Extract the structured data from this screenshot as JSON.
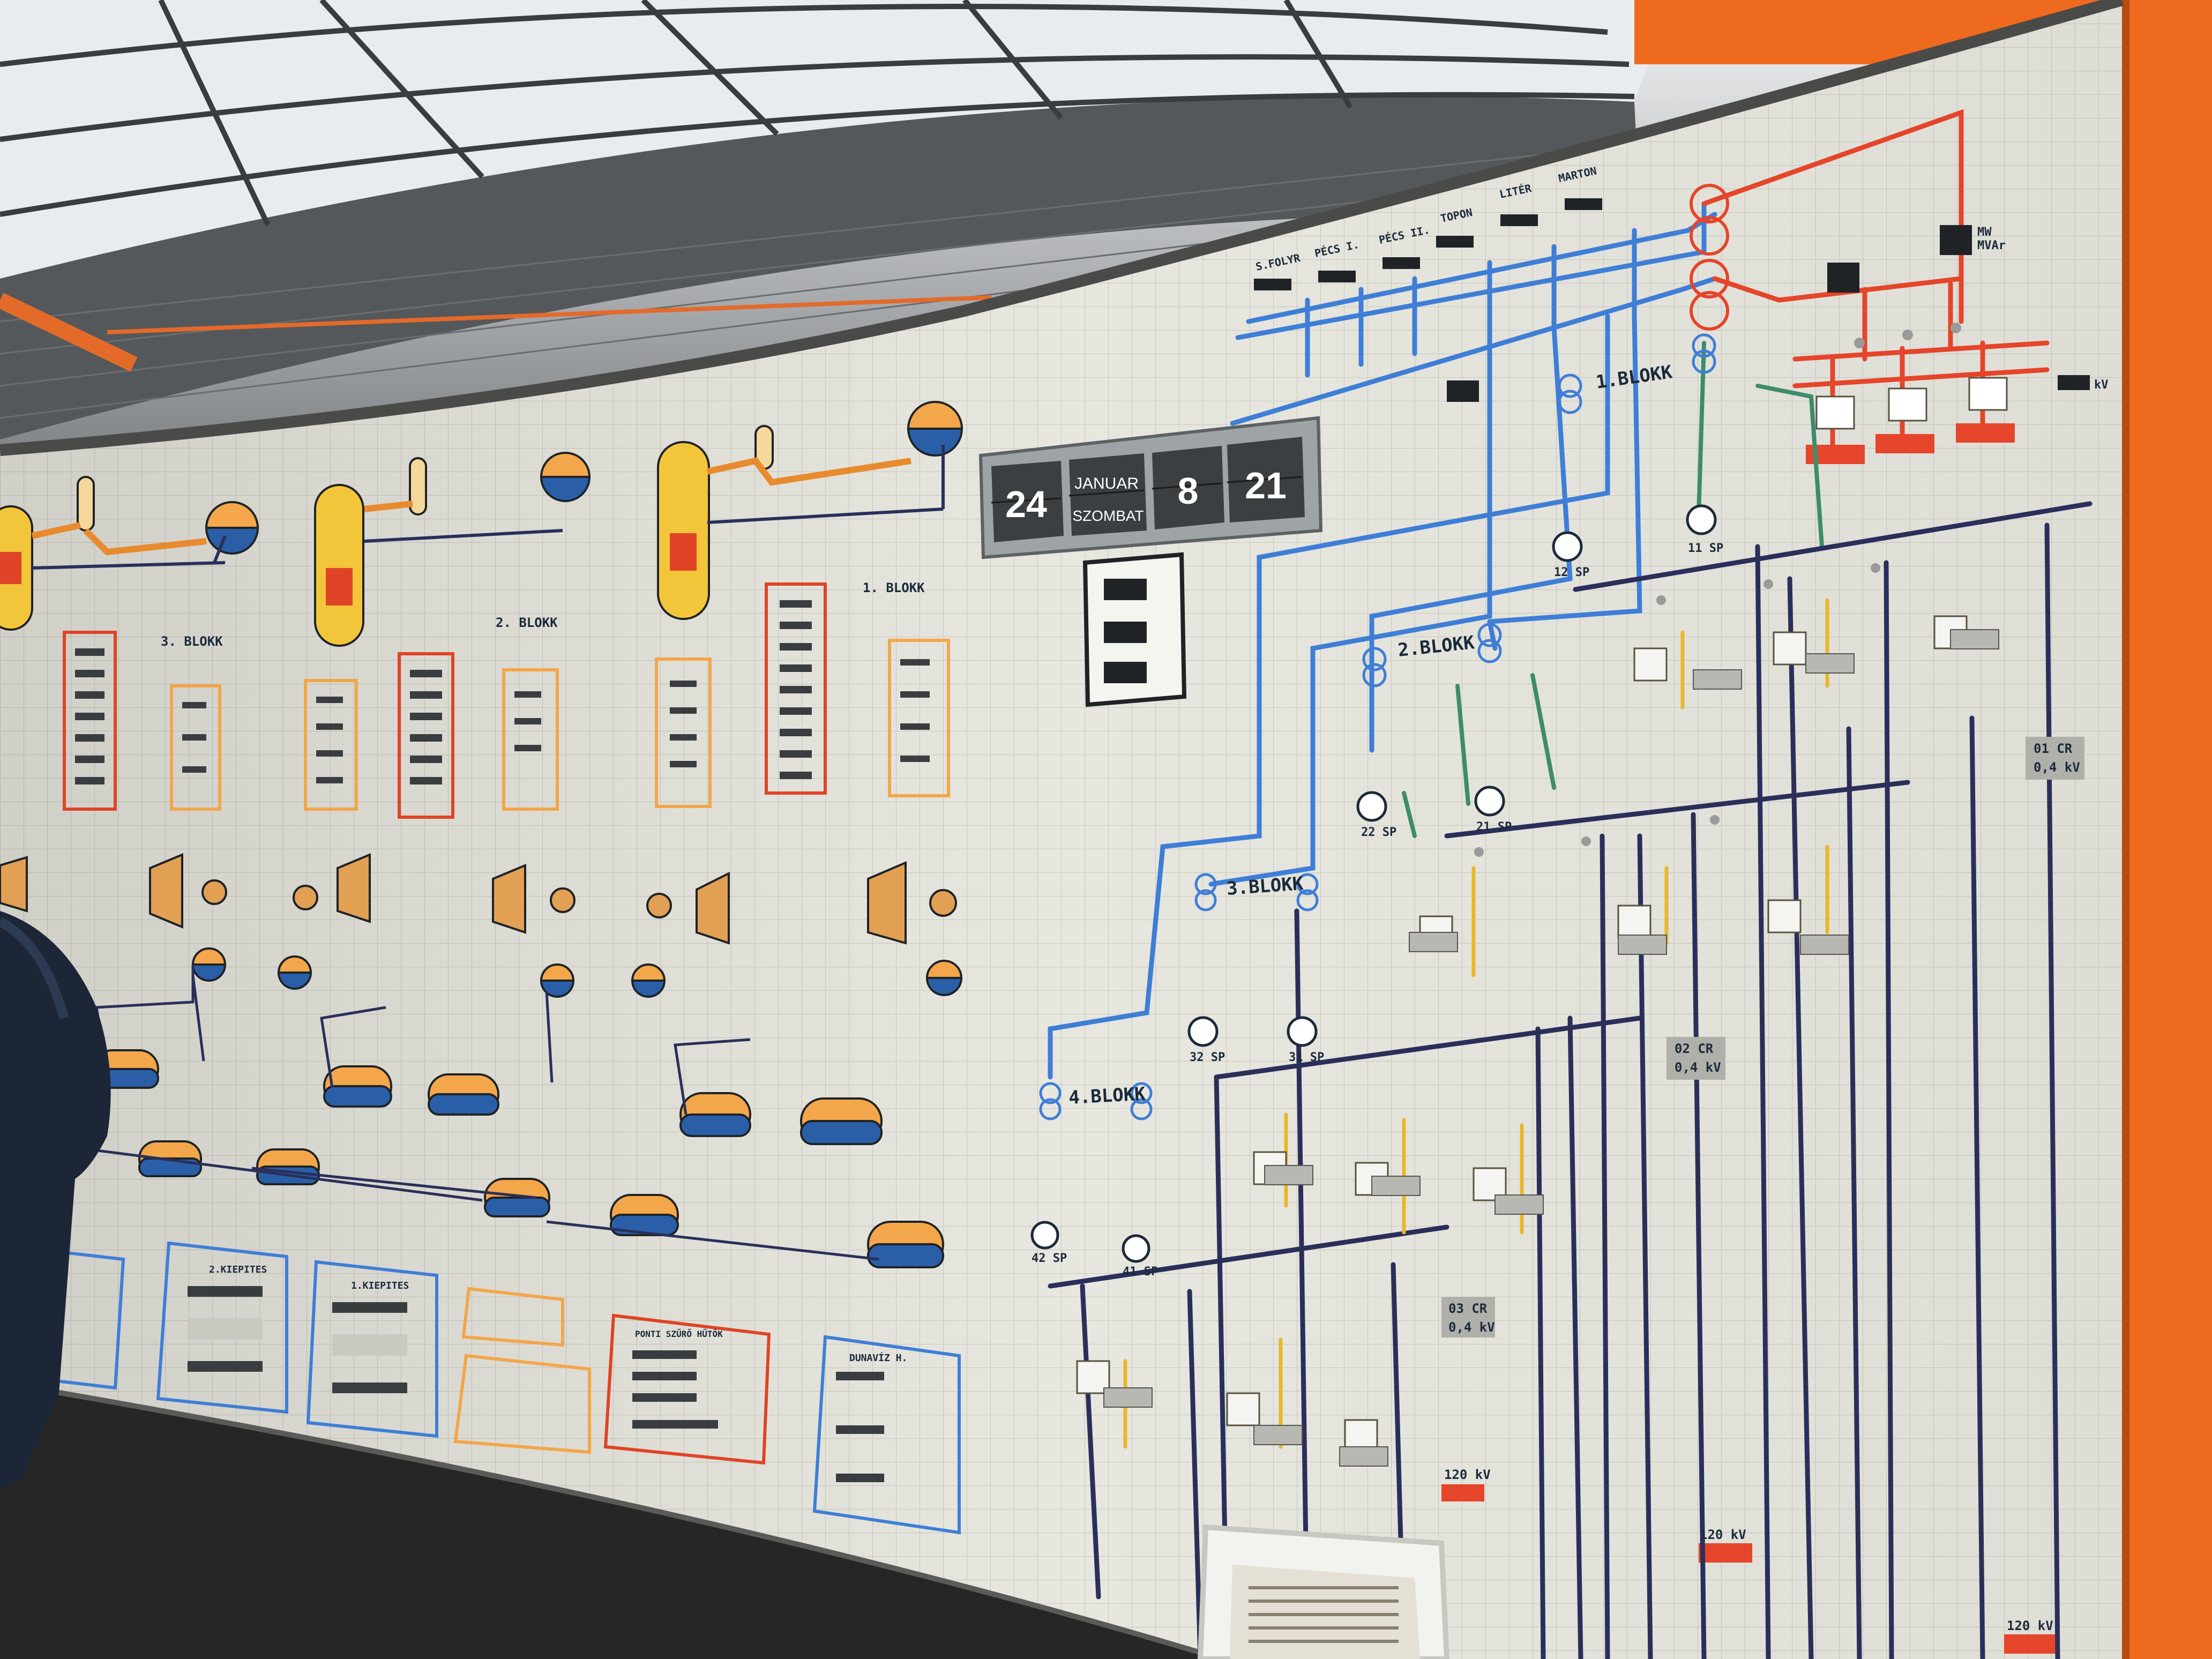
{
  "clock": {
    "day": "24",
    "month": "JANUAR",
    "weekday": "SZOMBAT",
    "hour": "8",
    "minute": "21"
  },
  "blocks": {
    "b1": "1.BLOKK",
    "b2": "2.BLOKK",
    "b3": "3.BLOKK",
    "b4": "4.BLOKK"
  },
  "units_top": {
    "mw": "MW",
    "mvar": "MVAr",
    "kv": "kV"
  },
  "substations_top": [
    "S.FOLYR",
    "PÉCS I.",
    "PÉCS II.",
    "TOPON",
    "LITÉR",
    "MARTON"
  ],
  "tags": {
    "cr01": "01 CR",
    "cr01_kv": "0,4 kV",
    "cr02": "02 CR",
    "cr02_kv": "0,4 kV",
    "cr03": "03 CR",
    "cr03_kv": "0,4 kV",
    "kv120_a": "120 kV",
    "kv120_b": "120 kV",
    "kv120_c": "120 kV"
  },
  "gens": [
    "12 SP",
    "11 SP",
    "22 SP",
    "21 SP",
    "32 SP",
    "31 SP",
    "42 SP",
    "41 SP"
  ],
  "panel_boxes": {
    "kiepites_2": "2.KIEPITES",
    "kiepites_1": "1.KIEPITES",
    "dunaviz": "DUNAVÍZ H.",
    "pontiszures": "PONTI SZŰRŐ HŰTŐK"
  },
  "block_labels_left": [
    "3. BLOKK",
    "2. BLOKK",
    "1. BLOKK"
  ],
  "colors": {
    "panel": "#e7e7df",
    "grid": "#c9c9c0",
    "blue_line": "#3f7ed6",
    "red_line": "#e5452a",
    "green_line": "#3d8c6b",
    "navy_line": "#2a2f5a",
    "orange_frame": "#ee6a1f",
    "vessel_yellow": "#f3c53a",
    "vessel_blue": "#2a5fa8"
  }
}
